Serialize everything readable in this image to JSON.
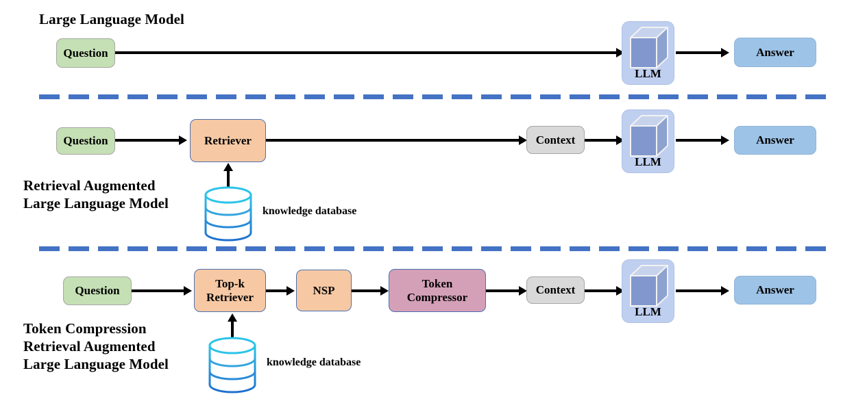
{
  "figure": {
    "title_row1": "Large Language Model",
    "title_row2": "Retrieval Augmented\nLarge Language Model",
    "title_row3": "Token Compression\nRetrieval Augmented\nLarge Language Model"
  },
  "colors": {
    "question": "#C5E0B4",
    "retriever": "#F6C9A4",
    "compressor": "#D4A0B8",
    "context": "#D9D9D9",
    "answer": "#9DC3E6",
    "llm_block": "#BFCFF0",
    "divider": "#4472C4",
    "db_top": "#2BC3E8",
    "db_bottom": "#1F6FD0",
    "arrow": "#000000"
  },
  "rows": [
    {
      "name": "llm",
      "label": "Large Language Model",
      "nodes": [
        {
          "id": "question",
          "label": "Question"
        },
        {
          "id": "llm",
          "label": "LLM"
        },
        {
          "id": "answer",
          "label": "Answer"
        }
      ]
    },
    {
      "name": "rag",
      "label": "Retrieval Augmented Large Language Model",
      "nodes": [
        {
          "id": "question",
          "label": "Question"
        },
        {
          "id": "retriever",
          "label": "Retriever"
        },
        {
          "id": "context",
          "label": "Context"
        },
        {
          "id": "llm",
          "label": "LLM"
        },
        {
          "id": "answer",
          "label": "Answer"
        }
      ],
      "database_caption": "knowledge database"
    },
    {
      "name": "tc-rag",
      "label": "Token Compression Retrieval Augmented Large Language Model",
      "nodes": [
        {
          "id": "question",
          "label": "Question"
        },
        {
          "id": "topk-retriever",
          "label": "Top-k\nRetriever"
        },
        {
          "id": "nsp",
          "label": "NSP"
        },
        {
          "id": "token-compressor",
          "label": "Token\nCompressor"
        },
        {
          "id": "context",
          "label": "Context"
        },
        {
          "id": "llm",
          "label": "LLM"
        },
        {
          "id": "answer",
          "label": "Answer"
        }
      ],
      "database_caption": "knowledge database"
    }
  ],
  "captions": {
    "knowledge_database": "knowledge database"
  }
}
